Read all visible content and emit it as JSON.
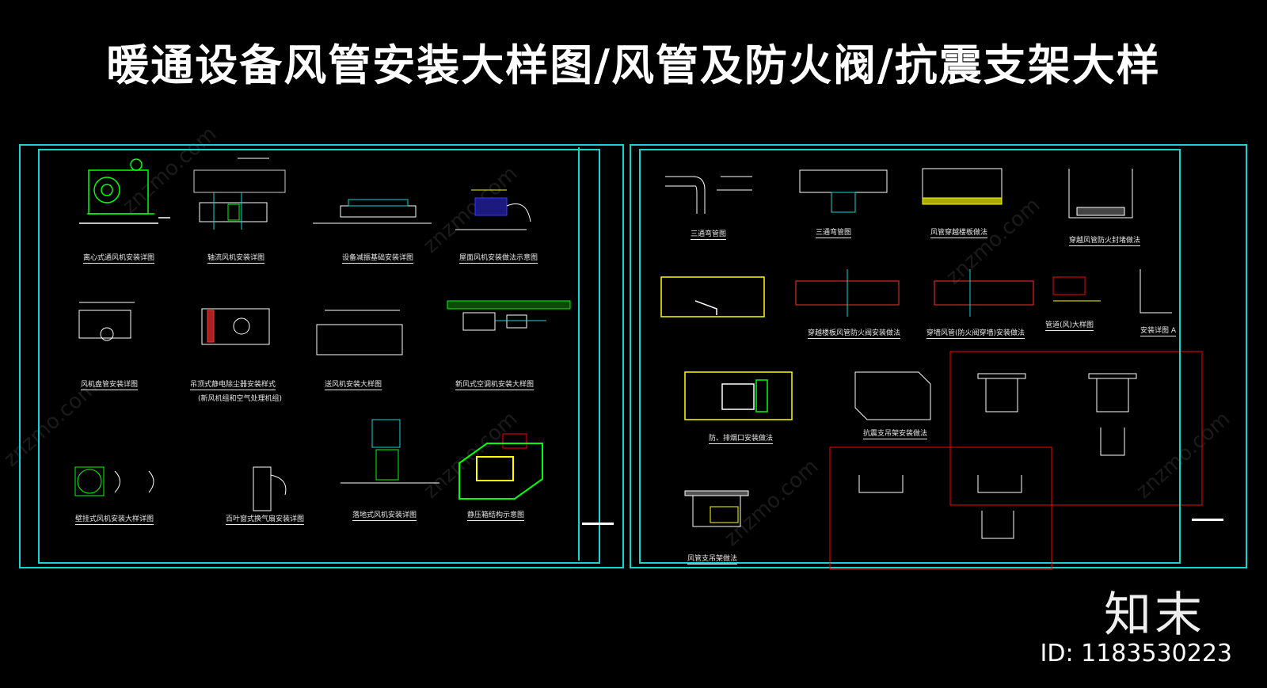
{
  "title": "暖通设备风管安装大样图/风管及防火阀/抗震支架大样",
  "colors": {
    "frame": "#19d3d3",
    "line": "#ffffff",
    "green": "#00ff00",
    "yellow": "#ffff00",
    "cyan": "#19d3d3",
    "red": "#ff0000",
    "magenta": "#ff00ff",
    "blue": "#3a3aff"
  },
  "left_sheet": {
    "captions": [
      "离心式通风机安装详图",
      "轴流风机安装详图",
      "设备减振基础安装详图",
      "屋面风机安装做法示意图",
      "风机盘管安装详图",
      "吊顶式静电除尘器安装样式",
      "(新风机组和空气处理机组)",
      "送风机安装大样图",
      "新风式空调机安装大样图",
      "壁挂式风机安装大样详图",
      "百叶窗式换气扇安装详图",
      "落地式风机安装详图",
      "静压箱结构示意图"
    ]
  },
  "right_sheet": {
    "captions": [
      "三通弯管图",
      "三通弯管图",
      "风管穿越楼板做法",
      "穿越风管防火封堵做法",
      "穿越楼板风管防火阀安装做法",
      "穿墙风管(防火阀穿墙)安装做法",
      "管道(风)大样图",
      "安装详图 A",
      "防、排烟口安装做法",
      "抗震支吊架安装做法",
      "风管支吊架做法"
    ]
  },
  "logo": "知末",
  "id_label": "ID: 1183530223",
  "watermark": "znzmo.com"
}
